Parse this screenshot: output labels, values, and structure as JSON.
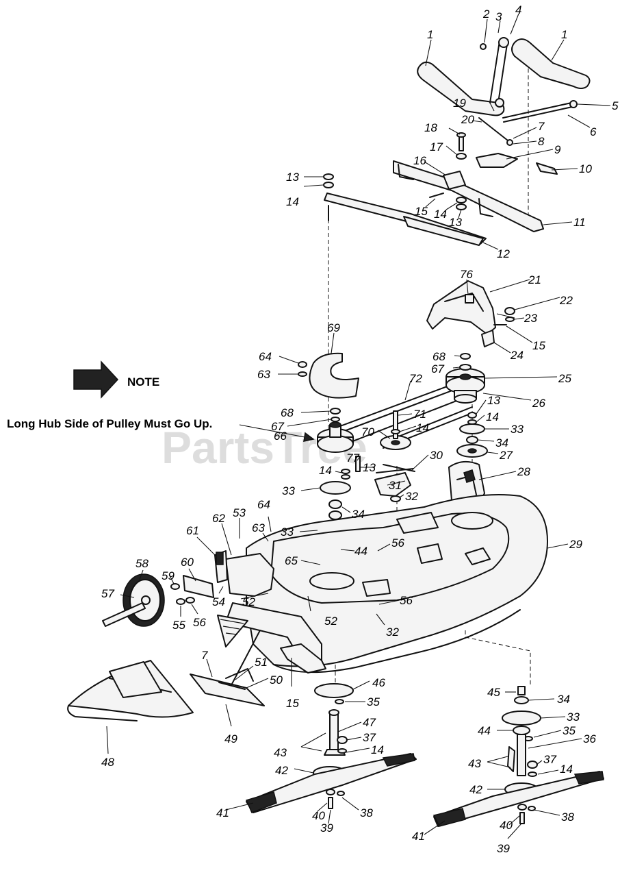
{
  "note": {
    "label": "NOTE",
    "text": "Long Hub Side of Pulley Must Go Up."
  },
  "watermark": "PartsTree",
  "callouts": [
    {
      "id": "c1a",
      "label": "1"
    },
    {
      "id": "c1b",
      "label": "1"
    },
    {
      "id": "c2",
      "label": "2"
    },
    {
      "id": "c3",
      "label": "3"
    },
    {
      "id": "c4",
      "label": "4"
    },
    {
      "id": "c5",
      "label": "5"
    },
    {
      "id": "c6",
      "label": "6"
    },
    {
      "id": "c7a",
      "label": "7"
    },
    {
      "id": "c8",
      "label": "8"
    },
    {
      "id": "c9",
      "label": "9"
    },
    {
      "id": "c10",
      "label": "10"
    },
    {
      "id": "c11",
      "label": "11"
    },
    {
      "id": "c12",
      "label": "12"
    },
    {
      "id": "c13a",
      "label": "13"
    },
    {
      "id": "c14a",
      "label": "14"
    },
    {
      "id": "c15a",
      "label": "15"
    },
    {
      "id": "c14b",
      "label": "14"
    },
    {
      "id": "c13b",
      "label": "13"
    },
    {
      "id": "c16",
      "label": "16"
    },
    {
      "id": "c17",
      "label": "17"
    },
    {
      "id": "c18",
      "label": "18"
    },
    {
      "id": "c19",
      "label": "19"
    },
    {
      "id": "c20",
      "label": "20"
    },
    {
      "id": "c21",
      "label": "21"
    },
    {
      "id": "c22",
      "label": "22"
    },
    {
      "id": "c23",
      "label": "23"
    },
    {
      "id": "c15b",
      "label": "15"
    },
    {
      "id": "c76",
      "label": "76"
    },
    {
      "id": "c24",
      "label": "24"
    },
    {
      "id": "c69",
      "label": "69"
    },
    {
      "id": "c64a",
      "label": "64"
    },
    {
      "id": "c63a",
      "label": "63"
    },
    {
      "id": "c68a",
      "label": "68"
    },
    {
      "id": "c67a",
      "label": "67"
    },
    {
      "id": "c25",
      "label": "25"
    },
    {
      "id": "c26",
      "label": "26"
    },
    {
      "id": "c72",
      "label": "72"
    },
    {
      "id": "c13c",
      "label": "13"
    },
    {
      "id": "c14c",
      "label": "14"
    },
    {
      "id": "c33a",
      "label": "33"
    },
    {
      "id": "c68b",
      "label": "68"
    },
    {
      "id": "c67b",
      "label": "67"
    },
    {
      "id": "c66",
      "label": "66"
    },
    {
      "id": "c71",
      "label": "71"
    },
    {
      "id": "c14d",
      "label": "14"
    },
    {
      "id": "c70",
      "label": "70"
    },
    {
      "id": "c34a",
      "label": "34"
    },
    {
      "id": "c27",
      "label": "27"
    },
    {
      "id": "c77",
      "label": "77"
    },
    {
      "id": "c13d",
      "label": "13"
    },
    {
      "id": "c30",
      "label": "30"
    },
    {
      "id": "c14e",
      "label": "14"
    },
    {
      "id": "c31",
      "label": "31"
    },
    {
      "id": "c32a",
      "label": "32"
    },
    {
      "id": "c28",
      "label": "28"
    },
    {
      "id": "c33b",
      "label": "33"
    },
    {
      "id": "c34b",
      "label": "34"
    },
    {
      "id": "c64b",
      "label": "64"
    },
    {
      "id": "c53",
      "label": "53"
    },
    {
      "id": "c62",
      "label": "62"
    },
    {
      "id": "c63b",
      "label": "63"
    },
    {
      "id": "c61",
      "label": "61"
    },
    {
      "id": "c33c",
      "label": "33"
    },
    {
      "id": "c44a",
      "label": "44"
    },
    {
      "id": "c56a",
      "label": "56"
    },
    {
      "id": "c29",
      "label": "29"
    },
    {
      "id": "c65",
      "label": "65"
    },
    {
      "id": "c58",
      "label": "58"
    },
    {
      "id": "c59",
      "label": "59"
    },
    {
      "id": "c60",
      "label": "60"
    },
    {
      "id": "c57",
      "label": "57"
    },
    {
      "id": "c54",
      "label": "54"
    },
    {
      "id": "c52a",
      "label": "52"
    },
    {
      "id": "c56b",
      "label": "56"
    },
    {
      "id": "c55",
      "label": "55"
    },
    {
      "id": "c56c",
      "label": "56"
    },
    {
      "id": "c52b",
      "label": "52"
    },
    {
      "id": "c32b",
      "label": "32"
    },
    {
      "id": "c7b",
      "label": "7"
    },
    {
      "id": "c51",
      "label": "51"
    },
    {
      "id": "c50",
      "label": "50"
    },
    {
      "id": "c15c",
      "label": "15"
    },
    {
      "id": "c49",
      "label": "49"
    },
    {
      "id": "c48",
      "label": "48"
    },
    {
      "id": "c46",
      "label": "46"
    },
    {
      "id": "c35a",
      "label": "35"
    },
    {
      "id": "c47",
      "label": "47"
    },
    {
      "id": "c43a",
      "label": "43"
    },
    {
      "id": "c37a",
      "label": "37"
    },
    {
      "id": "c14f",
      "label": "14"
    },
    {
      "id": "c42a",
      "label": "42"
    },
    {
      "id": "c41a",
      "label": "41"
    },
    {
      "id": "c40a",
      "label": "40"
    },
    {
      "id": "c38a",
      "label": "38"
    },
    {
      "id": "c39a",
      "label": "39"
    },
    {
      "id": "c45",
      "label": "45"
    },
    {
      "id": "c34c",
      "label": "34"
    },
    {
      "id": "c33d",
      "label": "33"
    },
    {
      "id": "c44b",
      "label": "44"
    },
    {
      "id": "c35b",
      "label": "35"
    },
    {
      "id": "c36",
      "label": "36"
    },
    {
      "id": "c43b",
      "label": "43"
    },
    {
      "id": "c37b",
      "label": "37"
    },
    {
      "id": "c14g",
      "label": "14"
    },
    {
      "id": "c42b",
      "label": "42"
    },
    {
      "id": "c41b",
      "label": "41"
    },
    {
      "id": "c40b",
      "label": "40"
    },
    {
      "id": "c38b",
      "label": "38"
    },
    {
      "id": "c39b",
      "label": "39"
    }
  ]
}
